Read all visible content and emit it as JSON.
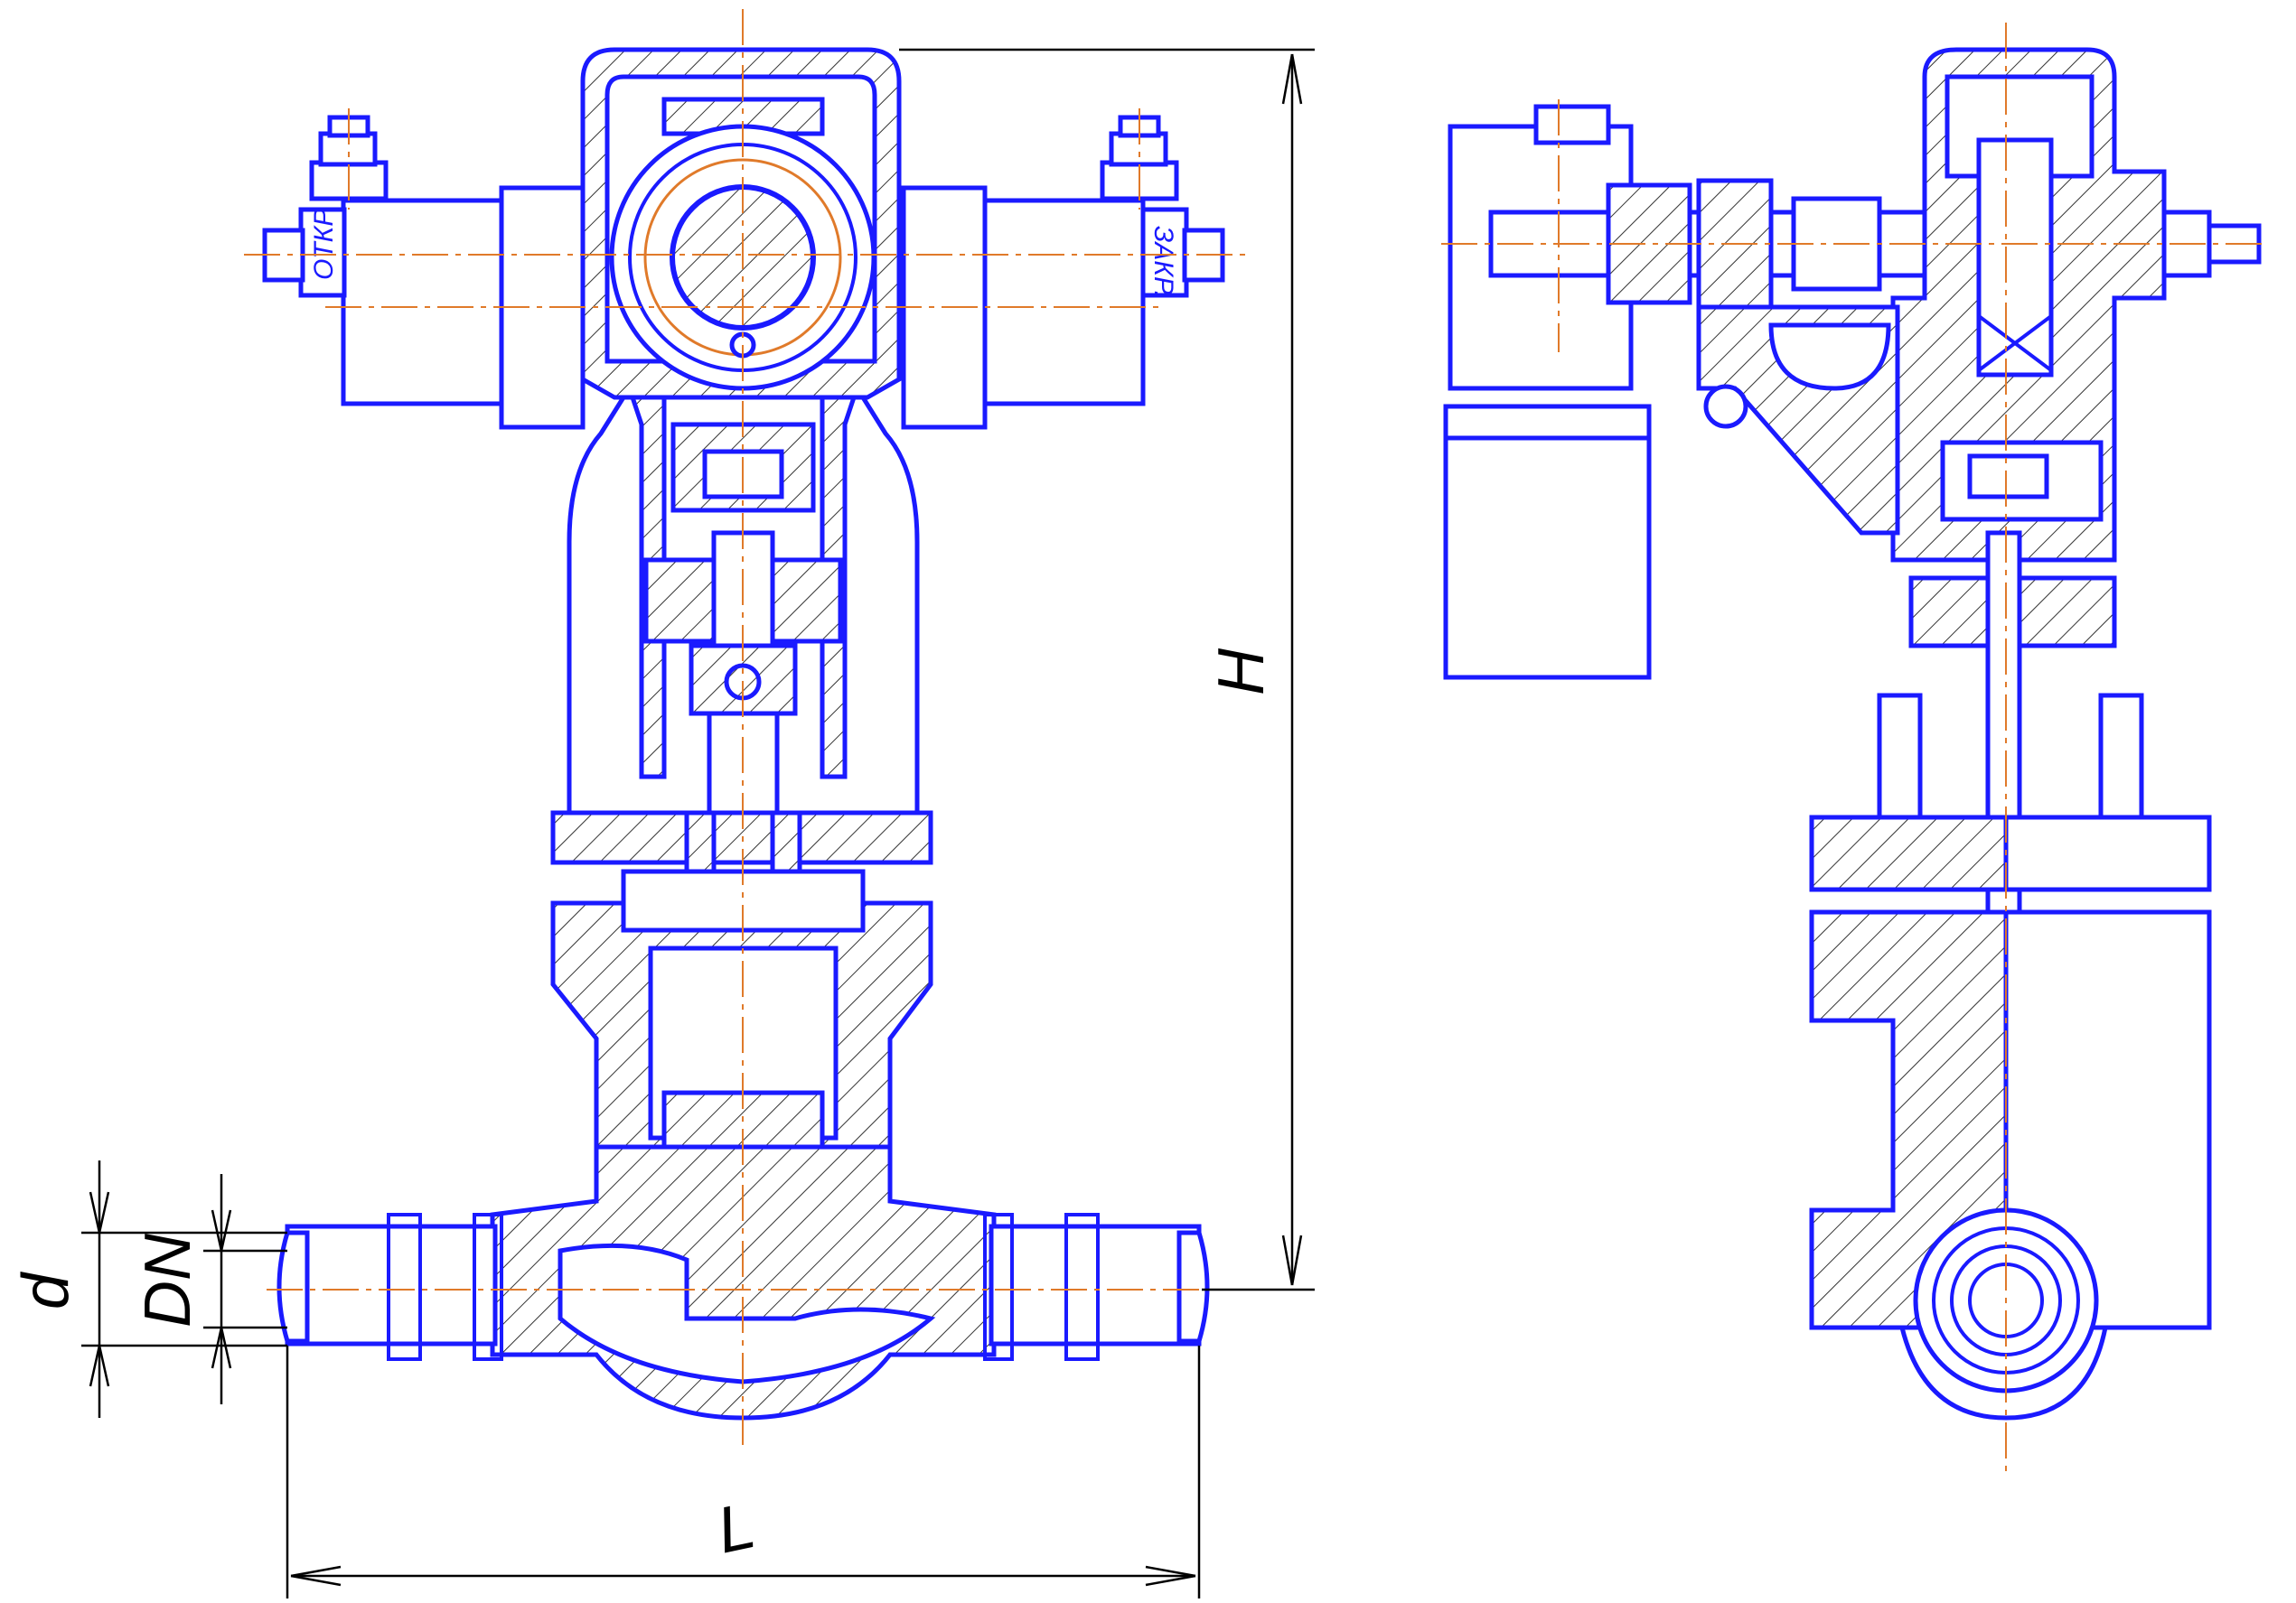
{
  "labels": {
    "open": "ОТКР.",
    "close": "ЗАКР."
  },
  "dimensions": {
    "d": "d",
    "dn": "DN",
    "l": "L",
    "h": "H"
  },
  "colors": {
    "outline": "#1a1aff",
    "centerline": "#e07a2a",
    "dimension": "#000000"
  }
}
